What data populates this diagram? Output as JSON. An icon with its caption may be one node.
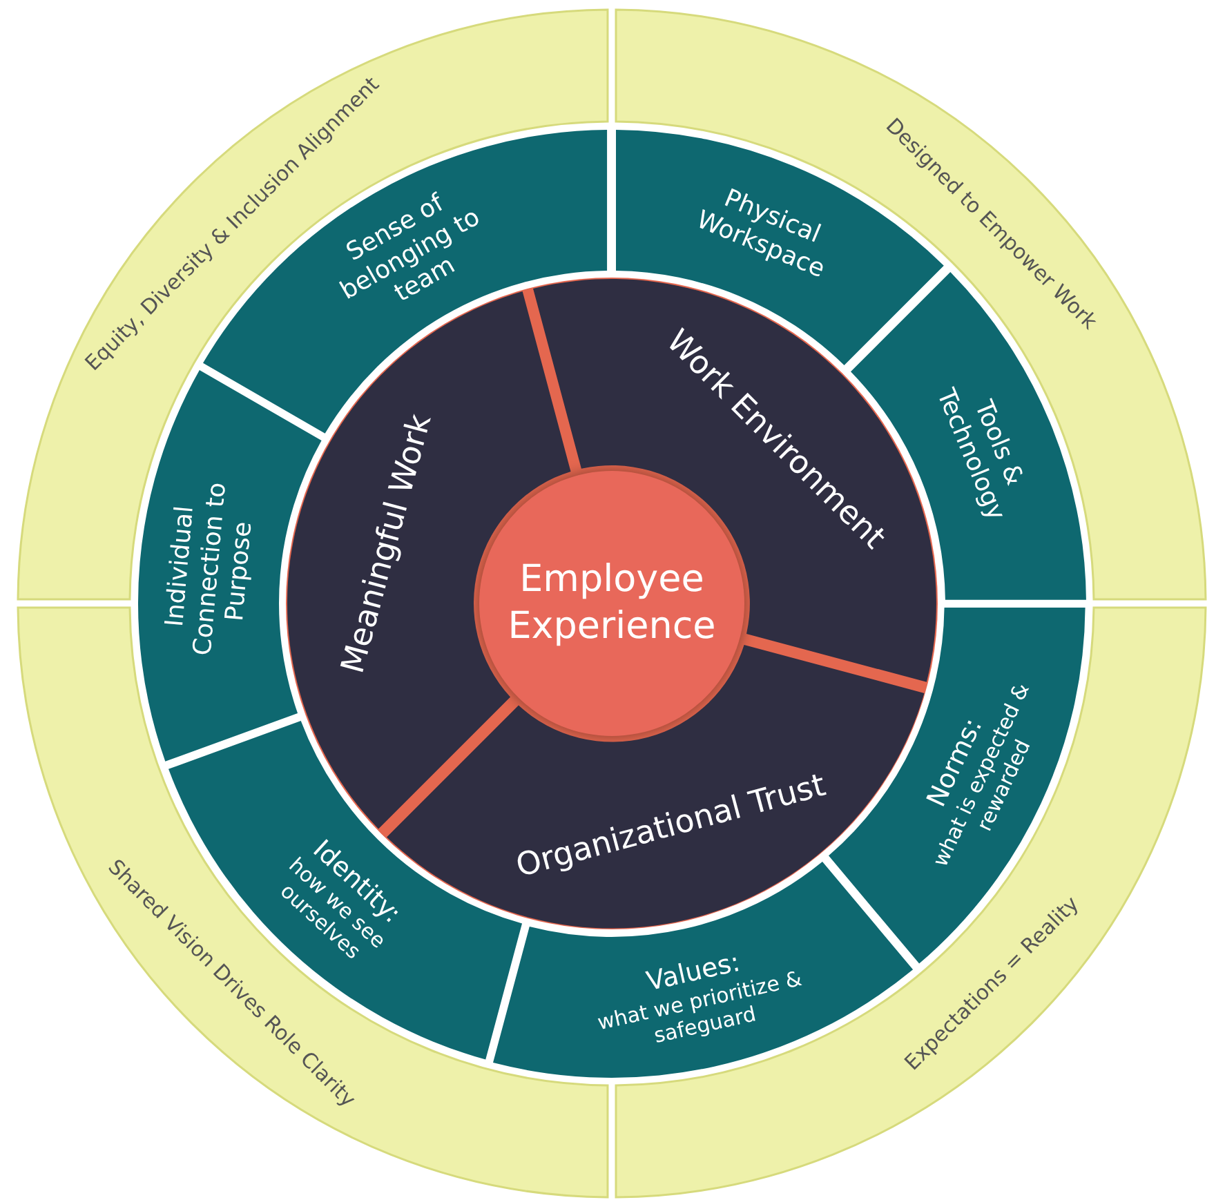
{
  "diagram": {
    "nodes": [
      {
        "text": [
          "Employee Experience"
        ]
      },
      {
        "text": [
          "Work Environment"
        ]
      },
      {
        "text": [
          "Organizational Trust"
        ]
      },
      {
        "text": [
          "Meaningful Work"
        ]
      },
      {
        "text": [
          "Physical Workspace"
        ]
      },
      {
        "text": [
          "Tools & Technology"
        ]
      },
      {
        "text": [
          "Norms:",
          "what is expected & rewarded"
        ]
      },
      {
        "text": [
          "Values:",
          "what we prioritize & safeguard"
        ]
      },
      {
        "text": [
          "Identity:",
          "how we see ourselves"
        ]
      },
      {
        "text": [
          "Individual Connection to Purpose"
        ]
      },
      {
        "text": [
          "Sense of belonging to team"
        ]
      },
      {
        "text": [
          "Designed to Empower Work"
        ]
      },
      {
        "text": [
          "Expectations = Reality"
        ]
      },
      {
        "text": [
          "Shared Vision Drives Role Clarity"
        ]
      },
      {
        "text": [
          "Equity, Diversity & Inclusion Alignment"
        ]
      }
    ]
  }
}
